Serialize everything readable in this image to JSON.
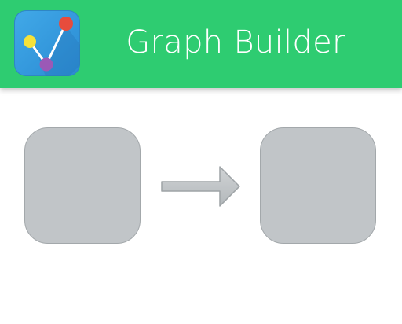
{
  "header": {
    "title": "Graph Builder",
    "background_color": "#2ecc71",
    "app_icon": "graph-builder-app-icon"
  },
  "canvas": {
    "nodes": [
      {
        "id": "left",
        "icon": "rounded-square-node"
      },
      {
        "id": "right",
        "icon": "rounded-square-node"
      }
    ],
    "edge": {
      "icon": "arrow-right-icon"
    },
    "node_color": "#c1c5c8",
    "node_border_color": "#a3a8ab"
  }
}
